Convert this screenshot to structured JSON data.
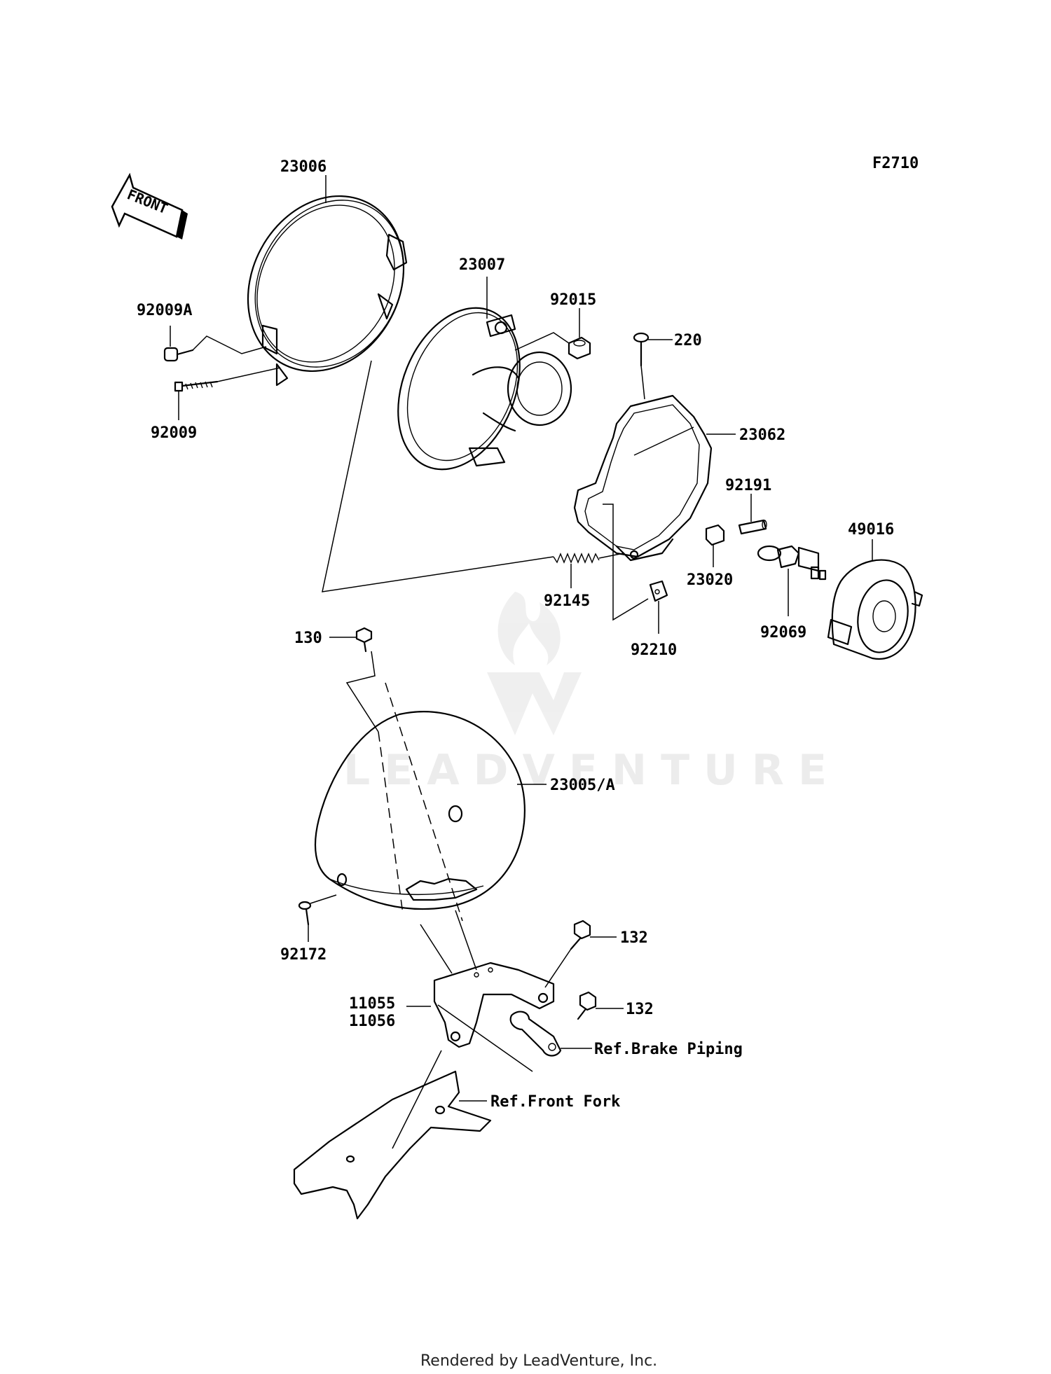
{
  "diagram": {
    "figure_code": "F2710",
    "front_label": "FRONT",
    "watermark": "LEADVENTURE",
    "footer": "Rendered by LeadVenture, Inc.",
    "parts": {
      "p23006": "23006",
      "p23007": "23007",
      "p92015": "92015",
      "p220": "220",
      "p92009A": "92009A",
      "p92009": "92009",
      "p23062": "23062",
      "p92191": "92191",
      "p49016": "49016",
      "p23020": "23020",
      "p92145": "92145",
      "p92210": "92210",
      "p92069": "92069",
      "p130": "130",
      "p23005A": "23005/A",
      "p92172": "92172",
      "p132a": "132",
      "p132b": "132",
      "p11055": "11055",
      "p11056": "11056",
      "ref_brake": "Ref.Brake Piping",
      "ref_fork": "Ref.Front Fork"
    }
  }
}
